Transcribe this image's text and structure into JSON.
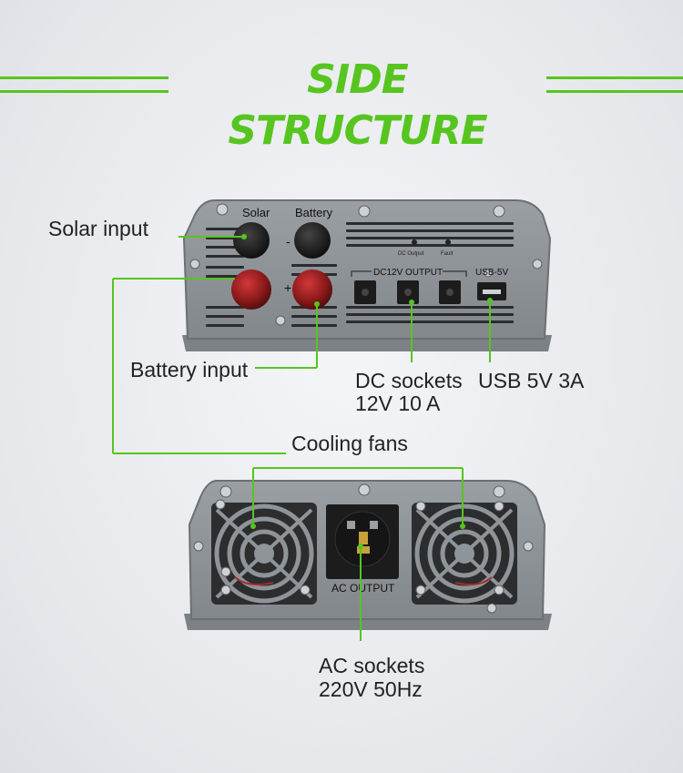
{
  "heading": "SIDE STRUCTURE",
  "colors": {
    "accent": "#57c51f",
    "panel": "#8f9498",
    "panel_dark": "#6d7276",
    "socket": "#1c1c1c",
    "knob_red": "#8e1b1b"
  },
  "top_panel": {
    "solar_label": "Solar",
    "battery_label": "Battery",
    "minus_sign": "-",
    "plus_sign": "+",
    "dc_output_indicator": "DC Output",
    "fault_indicator": "Fault",
    "dc_output_group": "DC12V  OUTPUT",
    "usb_group": "USB-5V"
  },
  "bottom_panel": {
    "ac_output_label": "AC  OUTPUT"
  },
  "callouts": {
    "solar_input": "Solar input",
    "battery_input": "Battery input",
    "dc_sockets_line1": "DC sockets",
    "dc_sockets_line2": "12V   10 A",
    "usb": "USB 5V 3A",
    "cooling_fans": "Cooling fans",
    "ac_sockets_line1": "AC sockets",
    "ac_sockets_line2": "220V  50Hz"
  }
}
